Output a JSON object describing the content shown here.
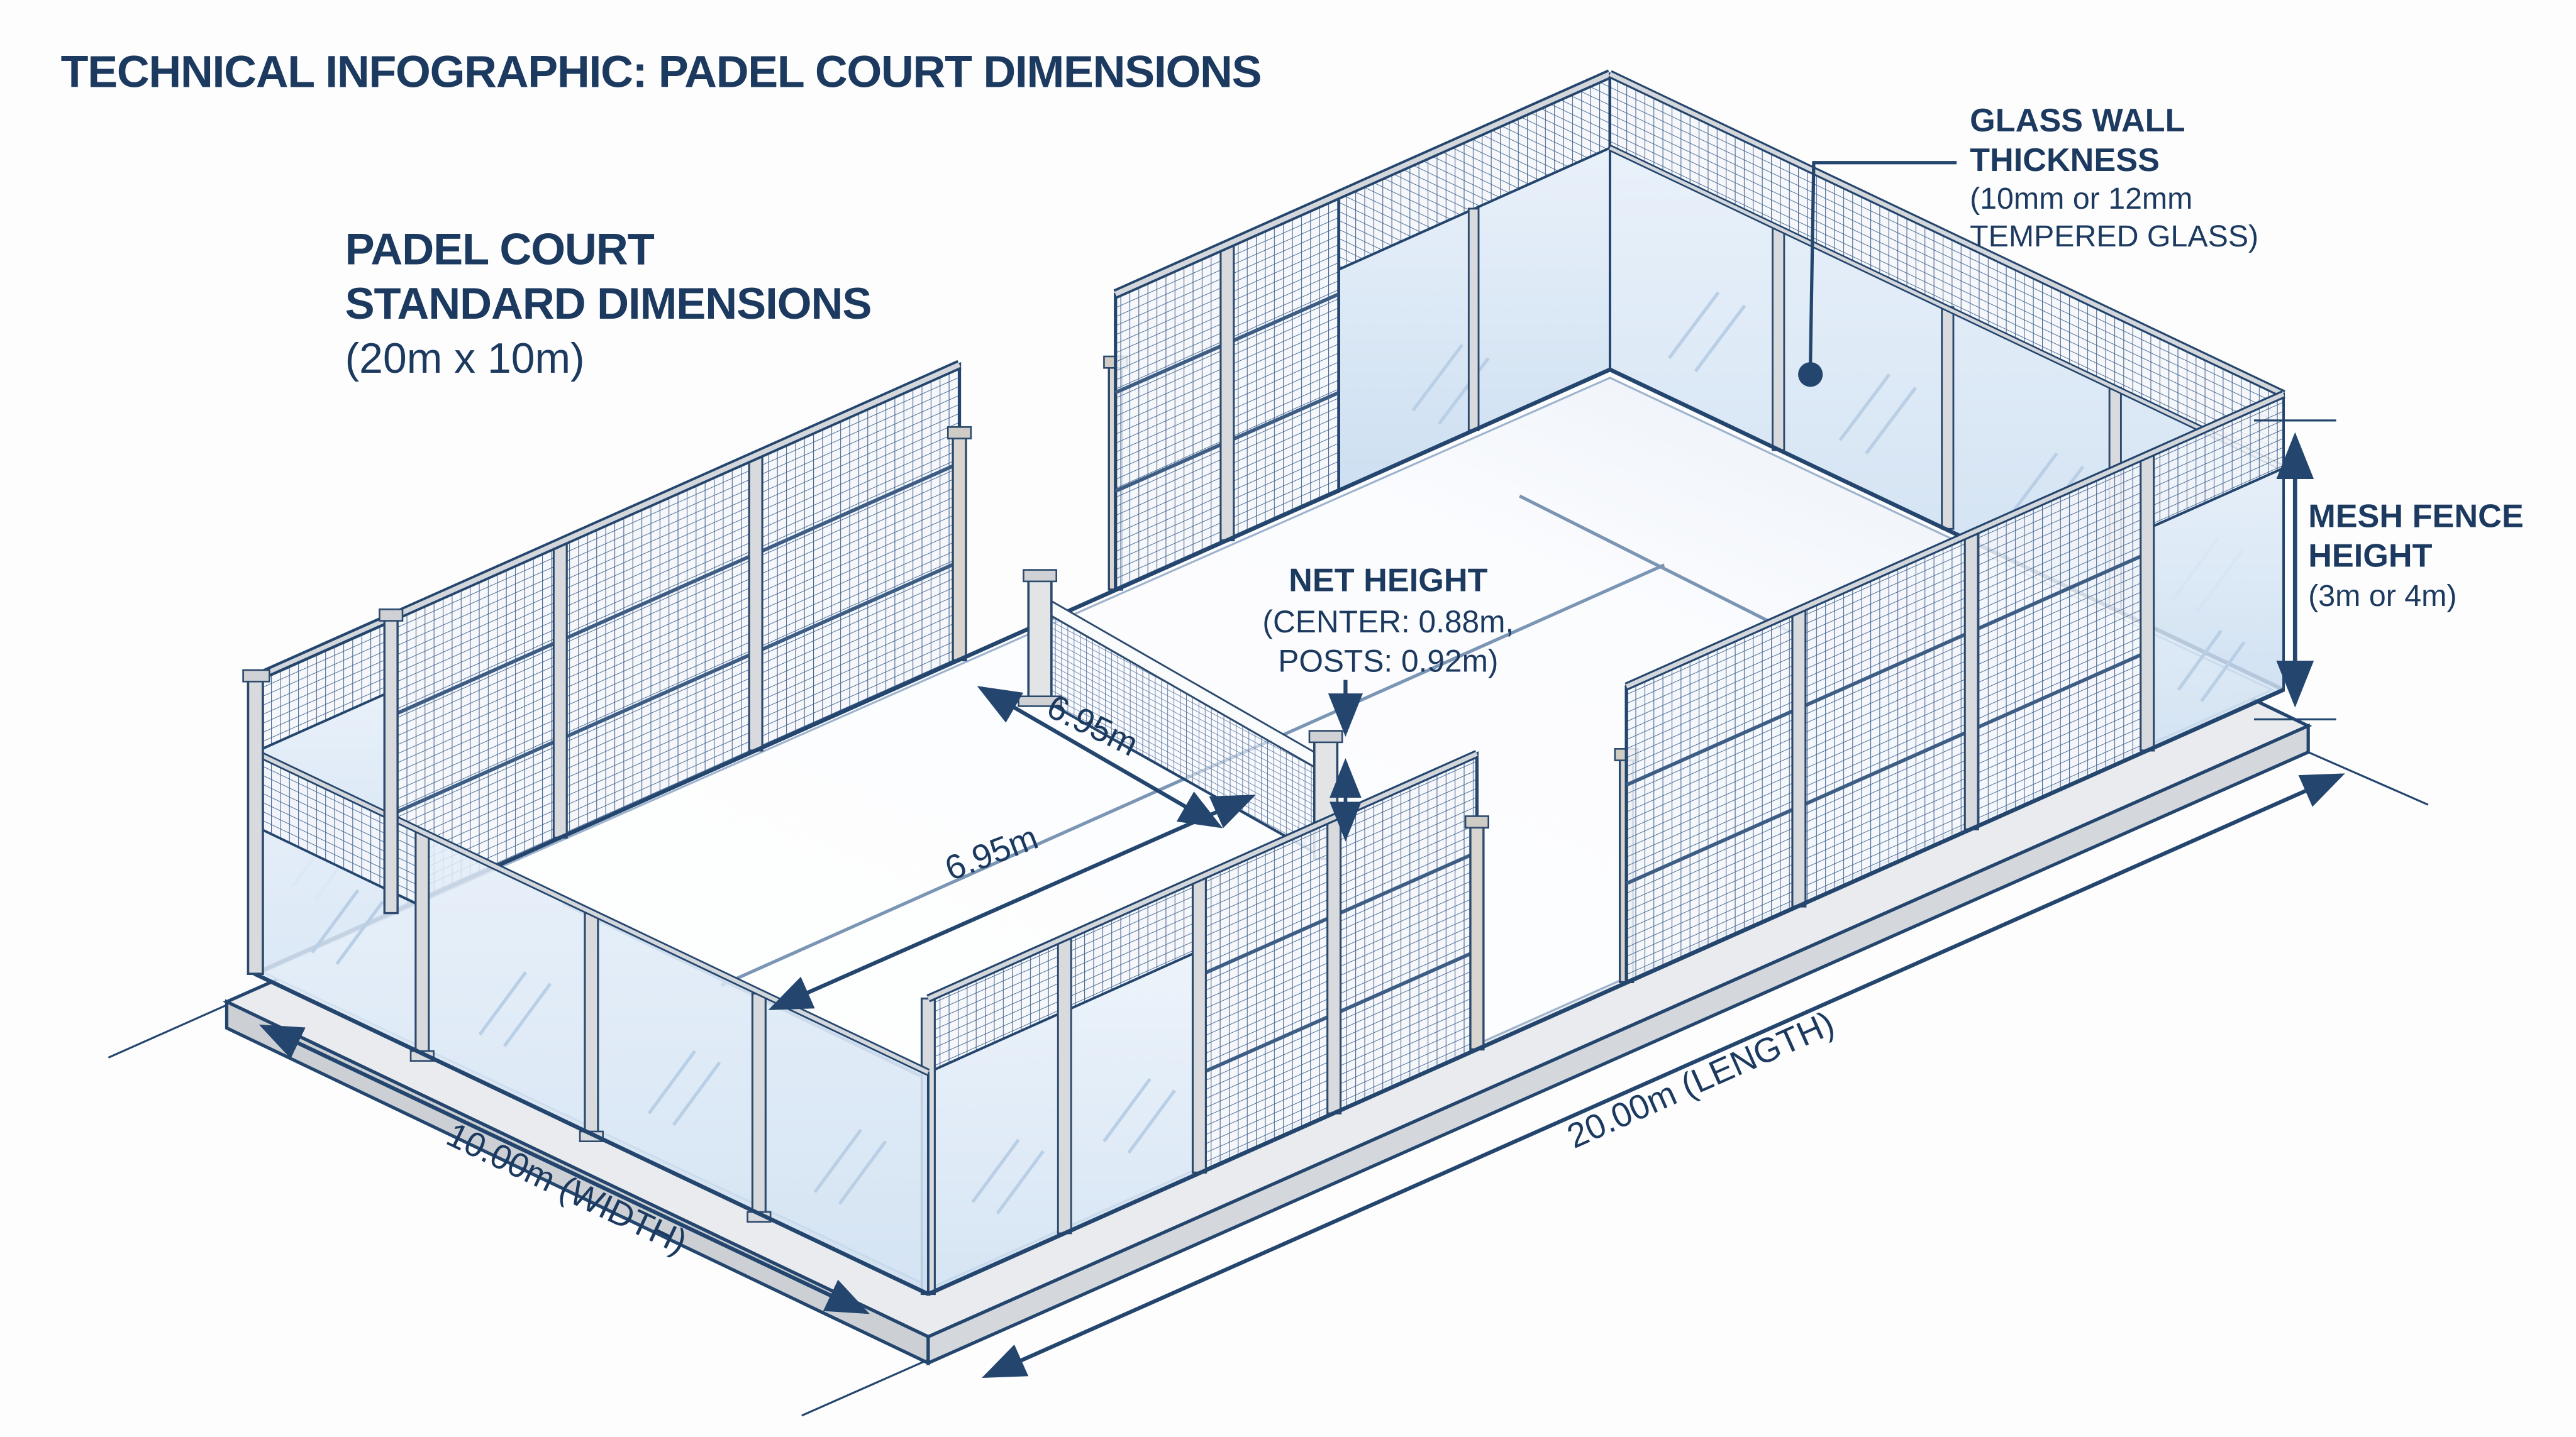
{
  "title": "TECHNICAL INFOGRAPHIC: PADEL COURT DIMENSIONS",
  "subtitle": {
    "line1": "PADEL COURT",
    "line2": "STANDARD DIMENSIONS",
    "line3": "(20m x 10m)"
  },
  "labels": {
    "glass_wall": {
      "line1": "GLASS WALL",
      "line2": "THICKNESS",
      "line3": "(10mm or 12mm",
      "line4": "TEMPERED GLASS)"
    },
    "mesh_fence": {
      "line1": "MESH FENCE",
      "line2": "HEIGHT",
      "line3": "(3m or 4m)"
    },
    "net_height": {
      "line1": "NET HEIGHT",
      "line2": "(CENTER: 0.88m,",
      "line3": "POSTS: 0.92m)"
    },
    "service_distance_near": "6.95m",
    "service_distance_far": "6.95m",
    "width_dimension": "10.00m (WIDTH)",
    "length_dimension": "20.00m (LENGTH)"
  },
  "court": {
    "length_m": 20,
    "width_m": 10,
    "net_center_height_m": 0.88,
    "net_post_height_m": 0.92,
    "service_line_distance_m": 6.95,
    "glass_thickness_options_mm": [
      10,
      12
    ],
    "mesh_fence_height_options_m": [
      3,
      4
    ]
  },
  "colors": {
    "navy_text": "#1c3a5f",
    "outline_navy": "#24466e",
    "glass_light": "#e7eff9",
    "glass_dark": "#cfe0f1",
    "mesh_line": "#41628c",
    "frame_gray": "#d8dadd",
    "slab_top": "#e9ebee",
    "slab_side": "#ccd0d5",
    "background": "#fdfdfe"
  }
}
